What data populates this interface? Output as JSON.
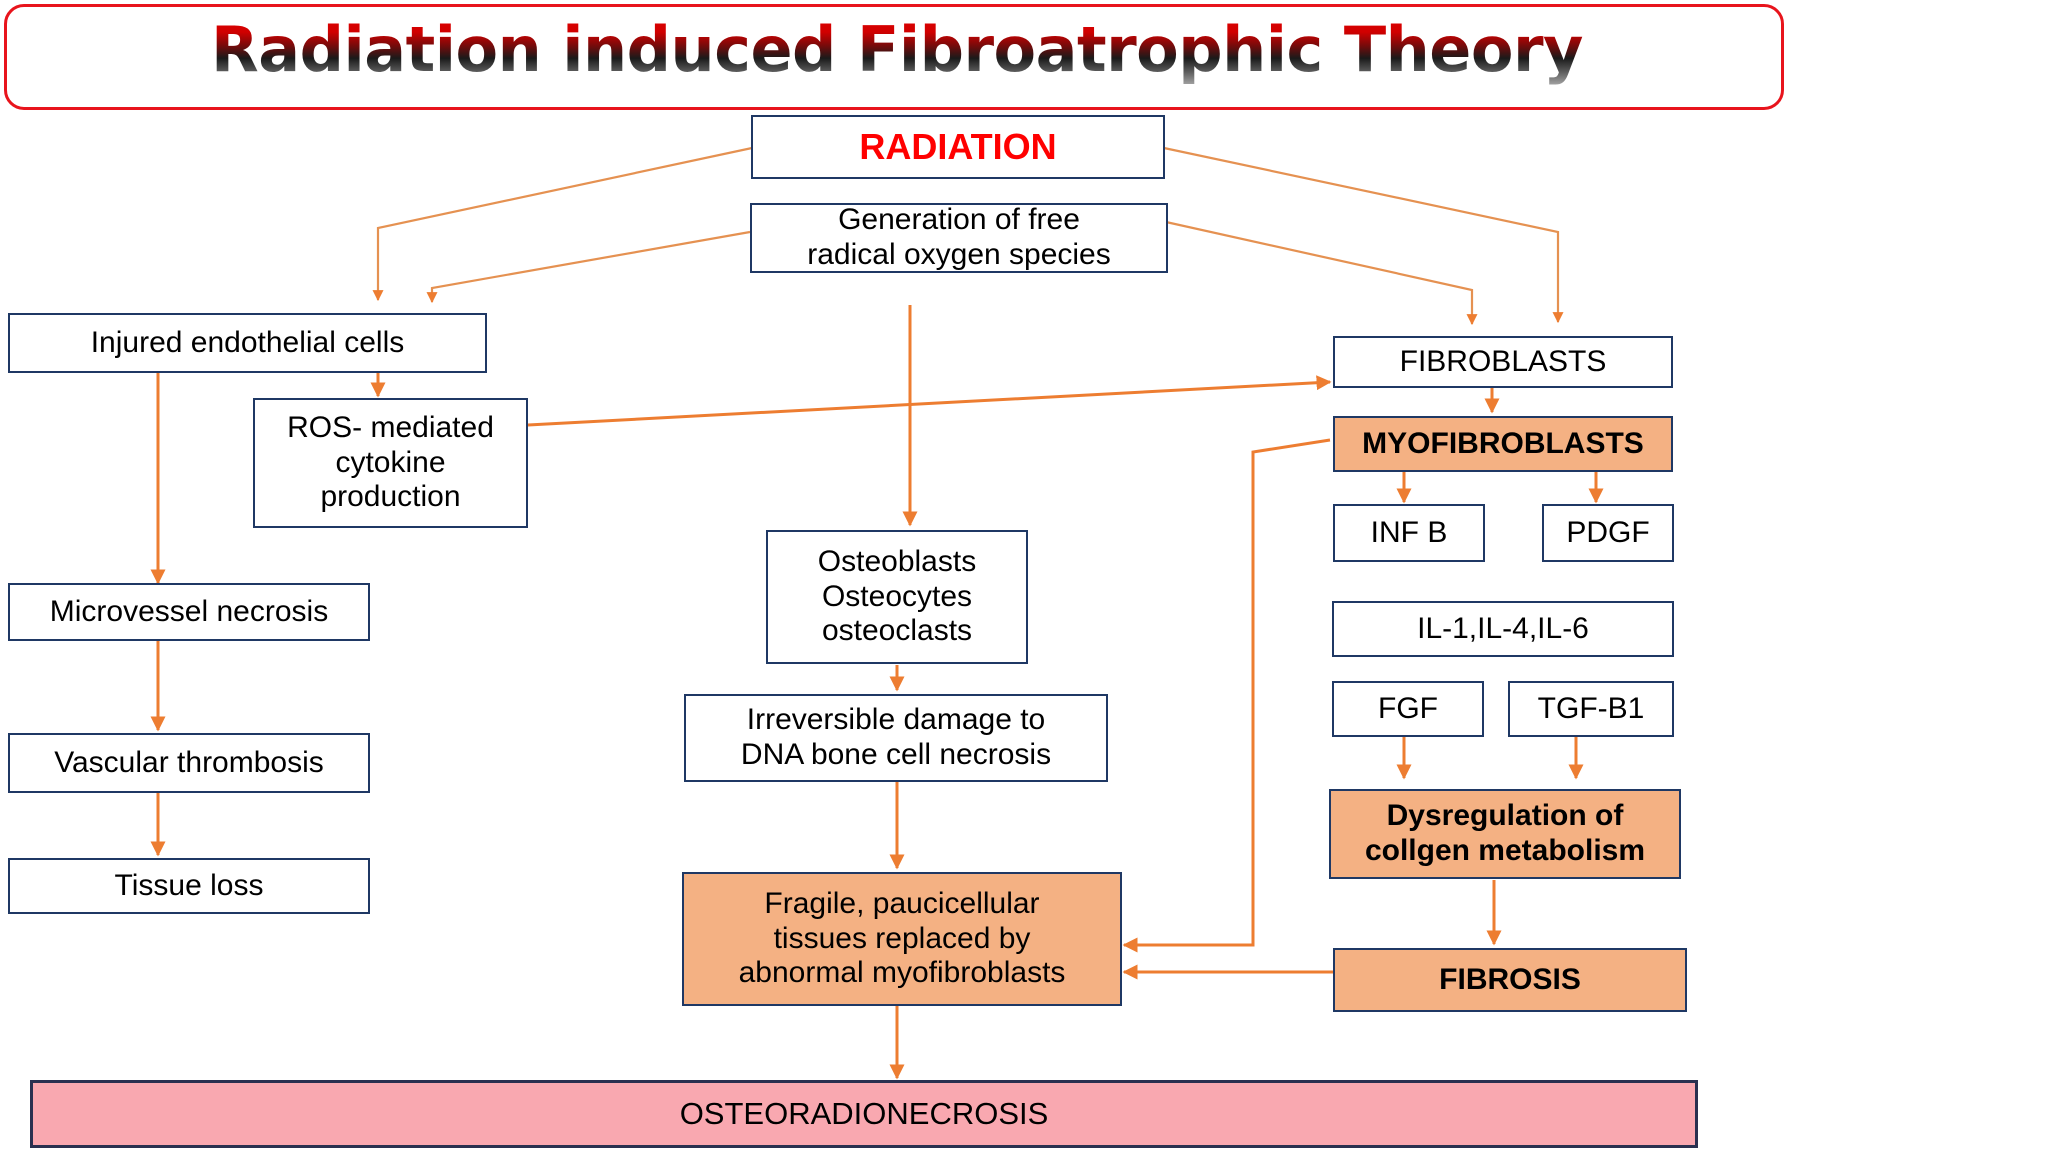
{
  "title": {
    "text": "Radiation induced Fibroatrophic Theory"
  },
  "nodes": {
    "radiation": "RADIATION",
    "free_radicals_l1": "Generation of free",
    "free_radicals_l2": "radical oxygen species",
    "injured_endothelial": "Injured endothelial cells",
    "ros_l1": "ROS- mediated",
    "ros_l2": "cytokine",
    "ros_l3": "production",
    "microvessel": "Microvessel necrosis",
    "vascular": "Vascular thrombosis",
    "tissue_loss": "Tissue loss",
    "osteo_l1": "Osteoblasts",
    "osteo_l2": "Osteocytes",
    "osteo_l3": "osteoclasts",
    "irreversible_l1": "Irreversible damage to",
    "irreversible_l2": "DNA bone cell necrosis",
    "fragile_l1": "Fragile, paucicellular",
    "fragile_l2": "tissues replaced by",
    "fragile_l3": "abnormal myofibroblasts",
    "fibroblasts": "FIBROBLASTS",
    "myofibroblasts": "MYOFIBROBLASTS",
    "inf_b": "INF B",
    "pdgf": "PDGF",
    "interleukins": "IL-1,IL-4,IL-6",
    "fgf": "FGF",
    "tgf_b1": "TGF-B1",
    "dysregulation_l1": "Dysregulation of",
    "dysregulation_l2": "collgen metabolism",
    "fibrosis": "FIBROSIS",
    "osteoradionecrosis": "OSTEORADIONECROSIS"
  },
  "colors": {
    "border_navy": "#1F3864",
    "arrow_orange": "#ED7D31",
    "fill_orange": "#F4B183",
    "fill_pink": "#F9A8B0",
    "title_red": "#E8141C",
    "radiation_red": "#FF0000"
  }
}
